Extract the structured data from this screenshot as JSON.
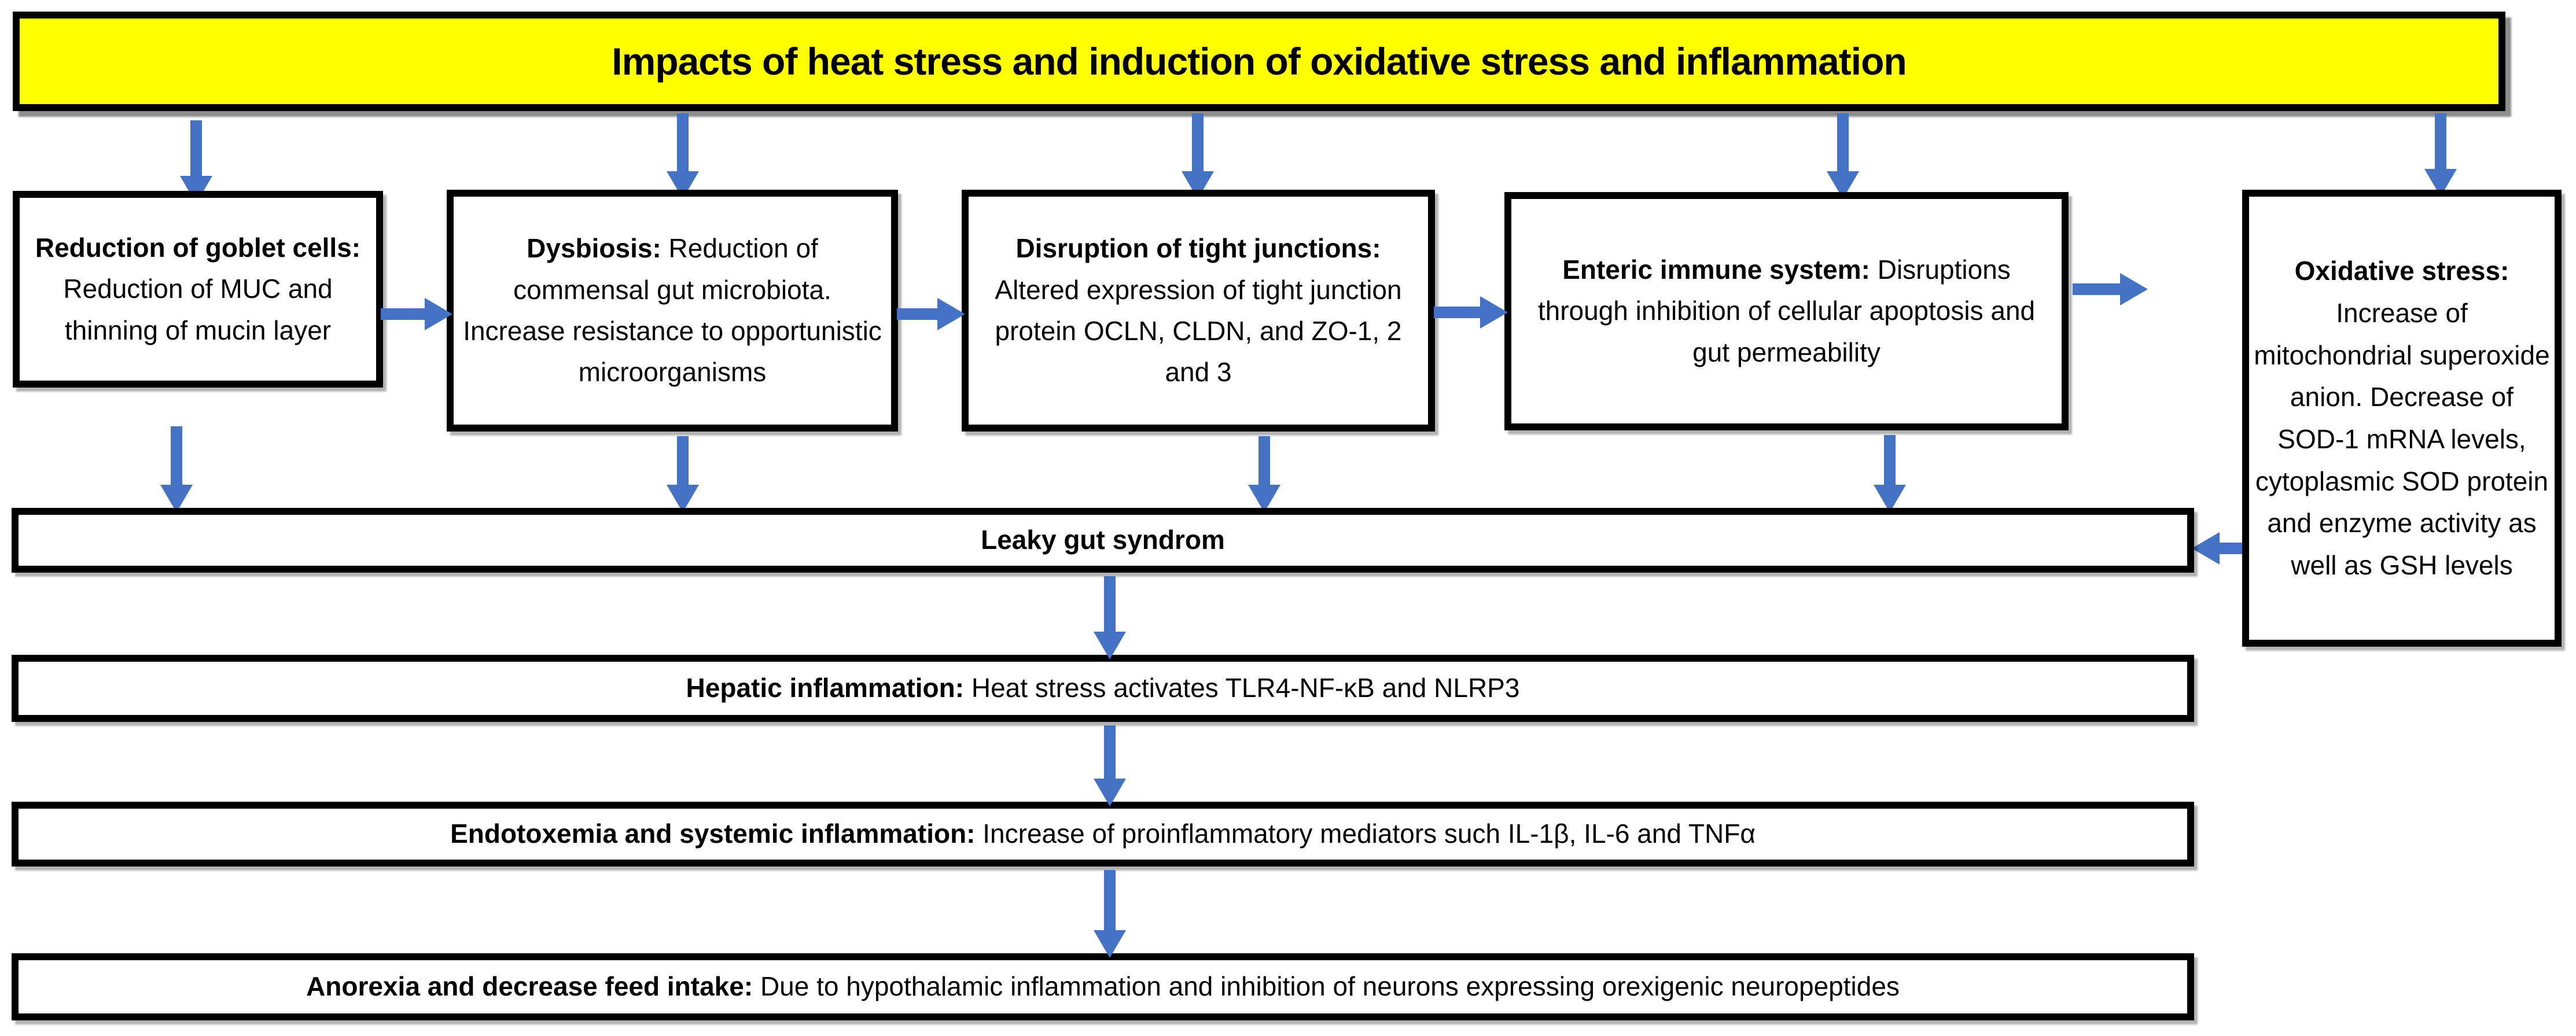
{
  "diagram": {
    "title": "Impacts of heat stress and induction of oxidative stress and inflammation",
    "boxes": [
      {
        "heading": "Reduction of goblet cells:",
        "body": " Reduction of MUC and thinning of mucin layer"
      },
      {
        "heading": "Dysbiosis:",
        "body": " Reduction of commensal gut microbiota. Increase resistance to opportunistic microorganisms"
      },
      {
        "heading": "Disruption of tight junctions:",
        "body": " Altered expression of tight junction protein OCLN, CLDN, and ZO-1, 2 and 3"
      },
      {
        "heading": "Enteric immune system:",
        "body": " Disruptions through inhibition of cellular apoptosis and gut permeability"
      },
      {
        "heading": "Oxidative stress:",
        "body": " Increase of mitochondrial superoxide anion. Decrease of SOD-1 mRNA levels, cytoplasmic SOD protein and enzyme activity as well as GSH levels"
      }
    ],
    "bars": [
      {
        "heading": "Leaky gut syndrom",
        "body": ""
      },
      {
        "heading": "Hepatic inflammation:",
        "body": " Heat stress activates TLR4-NF-κB and NLRP3"
      },
      {
        "heading": "Endotoxemia and systemic inflammation:",
        "body": " Increase of proinflammatory mediators such IL-1β, IL-6 and TNFα"
      },
      {
        "heading": "Anorexia and decrease feed intake:",
        "body": " Due to hypothalamic inflammation and inhibition of neurons expressing orexigenic neuropeptides"
      }
    ],
    "connections": [
      "title-to-goblet",
      "title-to-dysbiosis",
      "title-to-tight-junctions",
      "title-to-enteric",
      "title-to-oxidative",
      "goblet-to-dysbiosis",
      "dysbiosis-to-tight-junctions",
      "tight-junctions-to-enteric",
      "enteric-to-oxidative",
      "goblet-to-leaky-gut",
      "dysbiosis-to-leaky-gut",
      "tight-junctions-to-leaky-gut",
      "enteric-to-leaky-gut",
      "oxidative-to-leaky-gut",
      "leaky-gut-to-hepatic",
      "hepatic-to-endotoxemia",
      "endotoxemia-to-anorexia"
    ],
    "colors": {
      "title_bg": "#FFFF00",
      "arrow": "#4472C4",
      "border": "#000000",
      "box_bg": "#FFFFFF"
    }
  }
}
